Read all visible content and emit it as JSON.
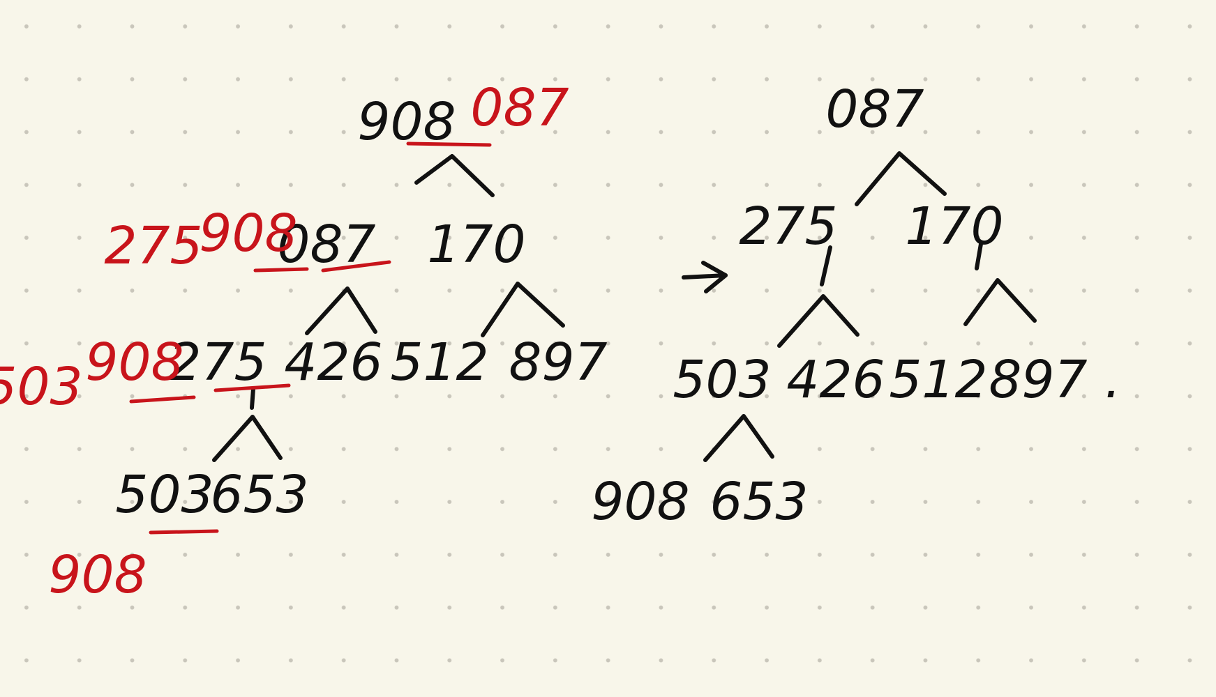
{
  "colors": {
    "ink": "#111111",
    "annotation": "#c8141b",
    "paper": "#f8f6ea"
  },
  "left_tree": {
    "nodes": {
      "root": "908",
      "l1_left": "087",
      "l1_right": "170",
      "l2_a": "275",
      "l2_b": "426",
      "l2_c": "512",
      "l2_d": "897",
      "l3_a": "503",
      "l3_b": "653"
    },
    "annotations": {
      "root_swap": "087",
      "l1_swap_a": "275",
      "l1_swap_b": "908",
      "l2_swap_a": "503",
      "l2_swap_b": "908",
      "l3_swap": "908"
    }
  },
  "arrow": {
    "icon": "right-arrow-icon"
  },
  "right_tree": {
    "nodes": {
      "root": "087",
      "l1_left": "275",
      "l1_right": "170",
      "l2_a": "503",
      "l2_b": "426",
      "l2_c": "512",
      "l2_d": "897",
      "l3_a": "908",
      "l3_b": "653"
    },
    "trailing_mark": "."
  }
}
